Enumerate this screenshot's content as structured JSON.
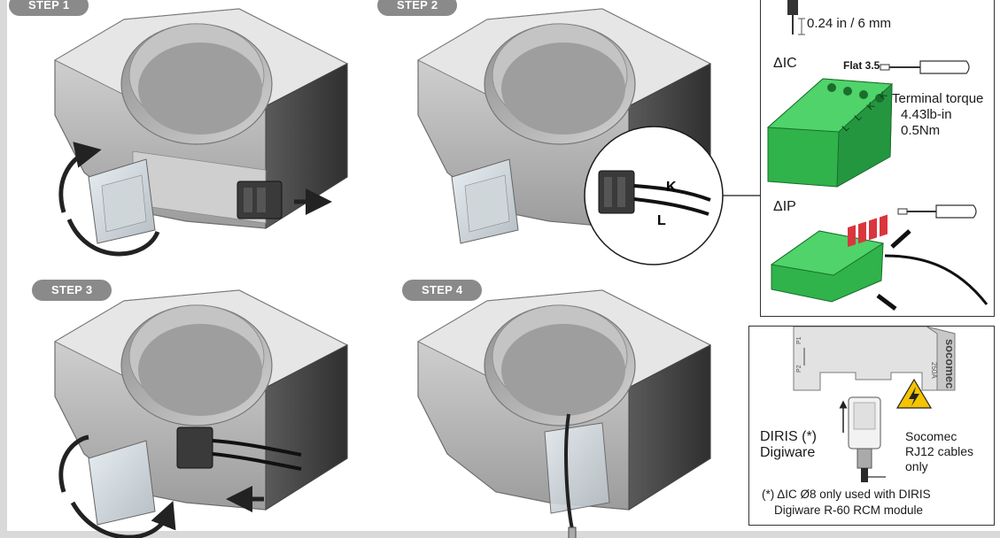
{
  "steps": {
    "step1": "STEP 1",
    "step2": "STEP 2",
    "step3": "STEP 3",
    "step4": "STEP 4"
  },
  "callout": {
    "wire_label_k": "K",
    "wire_label_l": "L"
  },
  "terminals_panel": {
    "strip_length": "0.24 in / 6 mm",
    "dic_label": "ΔIC",
    "flat_label": "Flat 3.5",
    "torque_title": "Terminal torque",
    "torque_lbin": "4.43lb-in",
    "torque_nm": "0.5Nm",
    "dic_pins": [
      "L",
      "L",
      "K",
      "K"
    ],
    "dip_label": "ΔIP"
  },
  "rj12_panel": {
    "brand": "socomec",
    "rating": "250A",
    "p1": "P1",
    "p2": "P2",
    "diris_label_1": "DIRIS (*)",
    "diris_label_2": "Digiware",
    "socomec_1": "Socomec",
    "socomec_2": "RJ12 cables",
    "socomec_3": "only",
    "footnote_1": "(*) ΔIC Ø8 only used with DIRIS",
    "footnote_2": "Digiware R-60 RCM module"
  },
  "colors": {
    "step_badge": "#8a8a8a",
    "terminal_green": "#2fb34a",
    "warning_yellow": "#f5c400",
    "pin_red": "#d9363e"
  }
}
